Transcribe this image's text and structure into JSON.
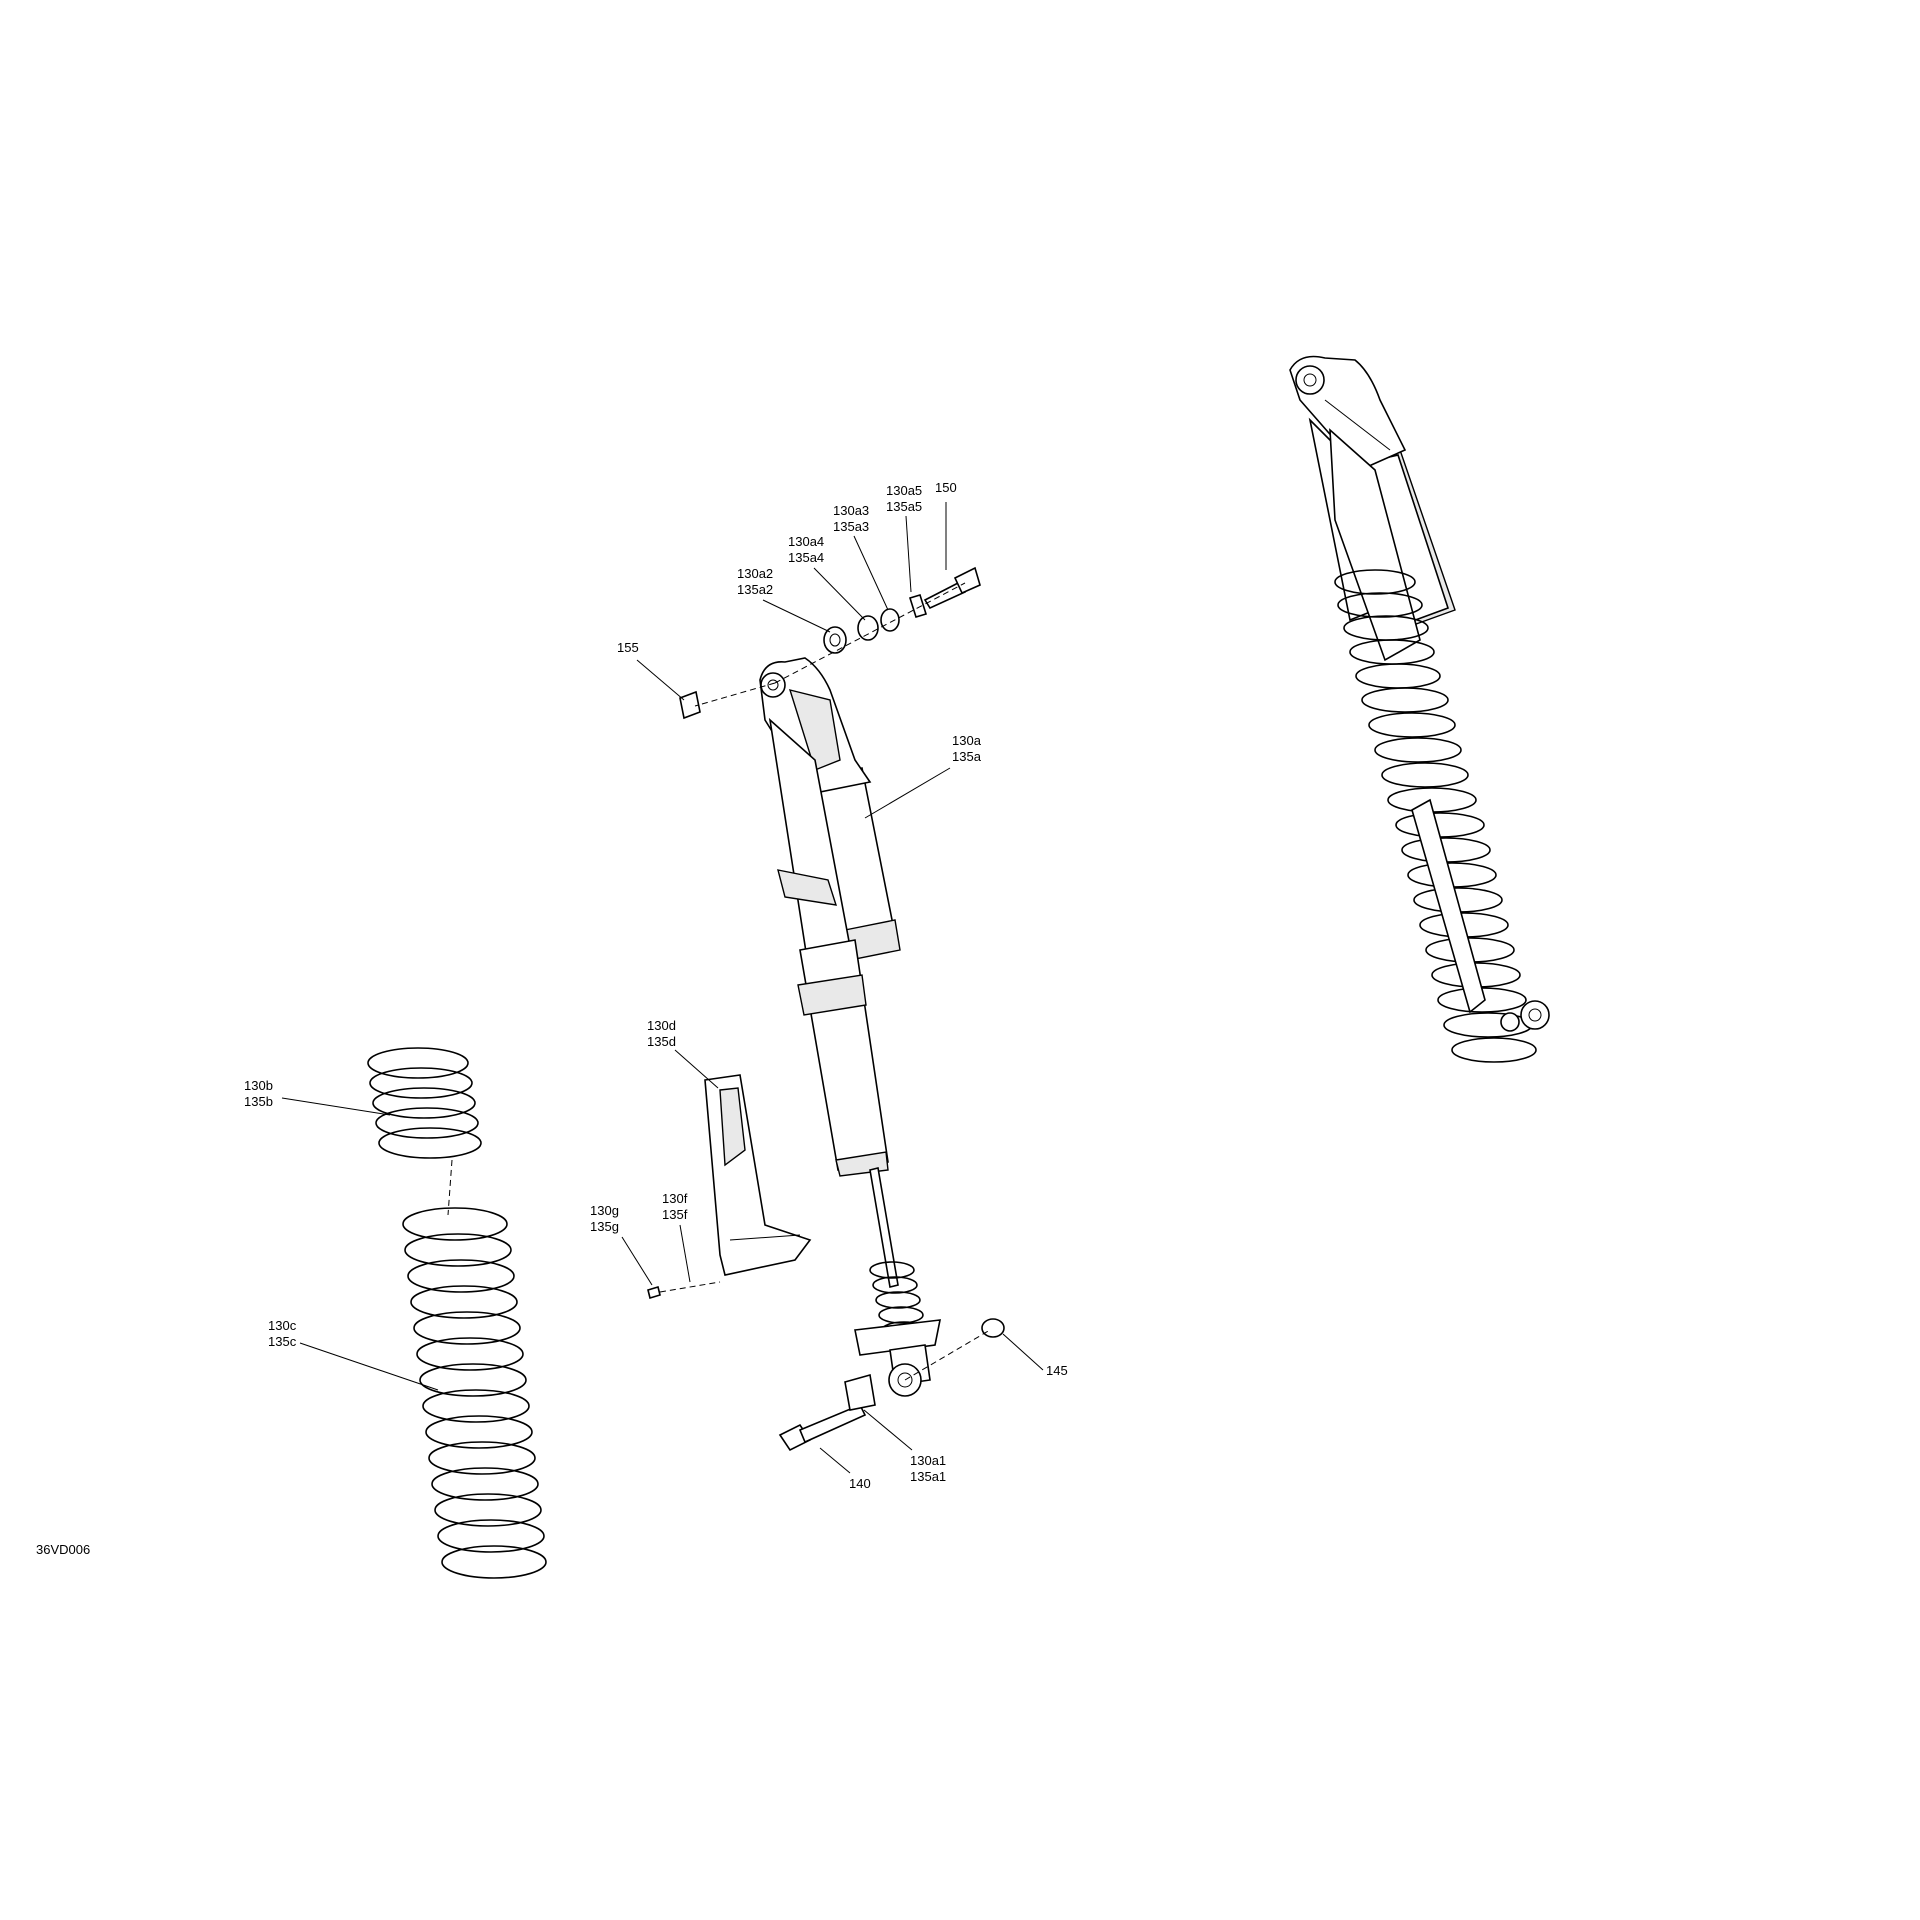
{
  "figure_id": "36VD006",
  "callouts": {
    "c150": [
      "150"
    ],
    "c130a5": [
      "130a5",
      "135a5"
    ],
    "c130a3": [
      "130a3",
      "135a3"
    ],
    "c130a4": [
      "130a4",
      "135a4"
    ],
    "c130a2": [
      "130a2",
      "135a2"
    ],
    "c155": [
      "155"
    ],
    "c130a": [
      "130a",
      "135a"
    ],
    "c130d": [
      "130d",
      "135d"
    ],
    "c130b": [
      "130b",
      "135b"
    ],
    "c130f": [
      "130f",
      "135f"
    ],
    "c130g": [
      "130g",
      "135g"
    ],
    "c130c": [
      "130c",
      "135c"
    ],
    "c145": [
      "145"
    ],
    "c140": [
      "140"
    ],
    "c130a1": [
      "130a1",
      "135a1"
    ]
  }
}
